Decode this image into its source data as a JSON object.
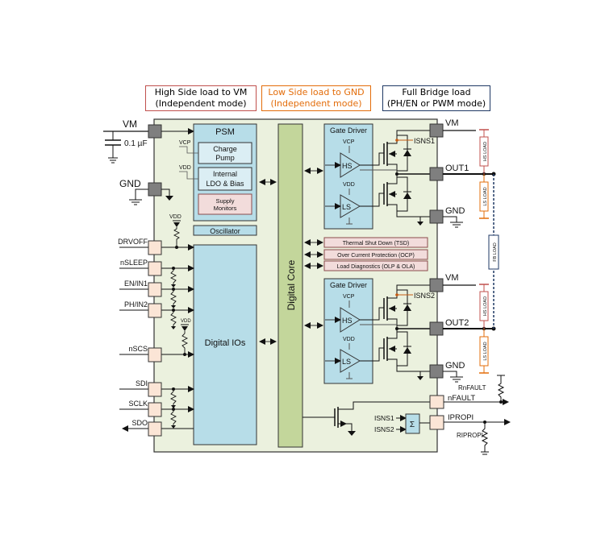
{
  "modes": [
    {
      "line1": "High Side load to VM",
      "line2": "(Independent mode)",
      "color": "#c0504d"
    },
    {
      "line1": "Low Side load to GND",
      "line2": "(Independent mode)",
      "color": "#e36c09"
    },
    {
      "line1": "Full Bridge load",
      "line2": "(PH/EN or PWM mode)",
      "color": "#1f3864"
    }
  ],
  "colors": {
    "chip_bg": "#ebf1de",
    "block_blue": "#b7dde8",
    "core_green": "#c3d69b",
    "protect_pink": "#f2dcdb",
    "pin_gray": "#7f7f7f",
    "pin_peach": "#fbe5d6",
    "hs_load": "#c0504d",
    "ls_load": "#e36c09",
    "fb_load": "#1f3864"
  },
  "left_pins": {
    "vm": "VM",
    "cap": "0.1 µF",
    "gnd": "GND",
    "inputs": [
      "DRVOFF",
      "nSLEEP",
      "EN/IN1",
      "PH/IN2",
      "nSCS",
      "SDI",
      "SCLK",
      "SDO"
    ]
  },
  "psm": {
    "title": "PSM",
    "vcp": "VCP",
    "vdd": "VDD",
    "charge_pump": [
      "Charge",
      "Pump"
    ],
    "ldo": [
      "Internal",
      "LDO & Bias"
    ],
    "supply": [
      "Supply",
      "Monitors"
    ]
  },
  "oscillator": "Oscillator",
  "vdd_label": "VDD",
  "digital_ios": "Digital IOs",
  "digital_core": "Digital Core",
  "protection": [
    "Thermal Shut Down (TSD)",
    "Over Current Protection (OCP)",
    "Load Diagnostics (OLP & OLA)"
  ],
  "gate_drivers": [
    {
      "title": "Gate Driver",
      "vcp": "VCP",
      "vdd": "VDD",
      "hs": "HS",
      "ls": "LS",
      "isns": "ISNS1",
      "vm": "VM",
      "out": "OUT1",
      "gnd": "GND"
    },
    {
      "title": "Gate Driver",
      "vcp": "VCP",
      "vdd": "VDD",
      "hs": "HS",
      "ls": "LS",
      "isns": "ISNS2",
      "vm": "VM",
      "out": "OUT2",
      "gnd": "GND"
    }
  ],
  "loads": {
    "hs": "HS LOAD",
    "ls": "LS LOAD",
    "fb": "FB LOAD"
  },
  "bottom": {
    "nfault": "nFAULT",
    "ipropi": "IPROPI",
    "r_nfault": "RnFAULT",
    "r_ipropi": "RIPROPI",
    "isns1": "ISNS1",
    "isns2": "ISNS2",
    "sigma": "Σ"
  }
}
